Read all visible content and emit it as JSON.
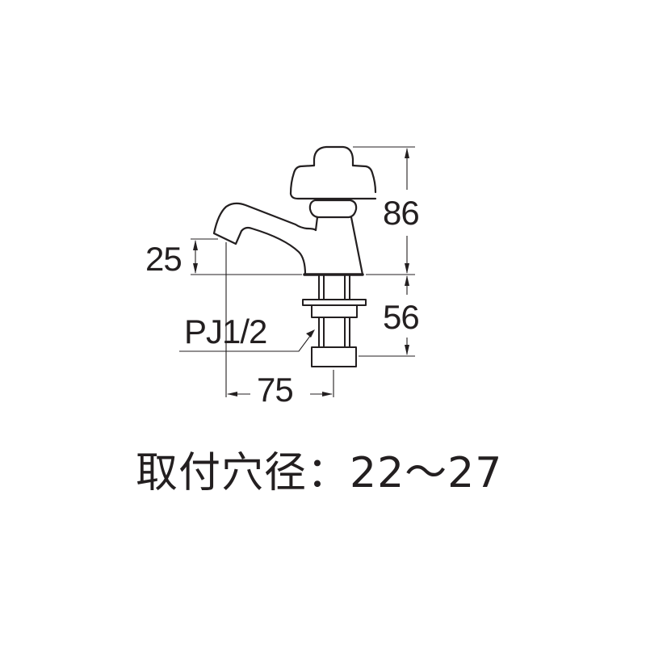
{
  "figure": {
    "subject": "single-lever faucet (立水栓) dimension drawing",
    "line_color": "#231f20",
    "background": "#ffffff"
  },
  "dimensions": {
    "height_total": "86",
    "spout_height": "25",
    "shank_length": "56",
    "spout_reach": "75",
    "thread_spec": "PJ1/2"
  },
  "caption": {
    "text": "取付穴径：22～27"
  }
}
